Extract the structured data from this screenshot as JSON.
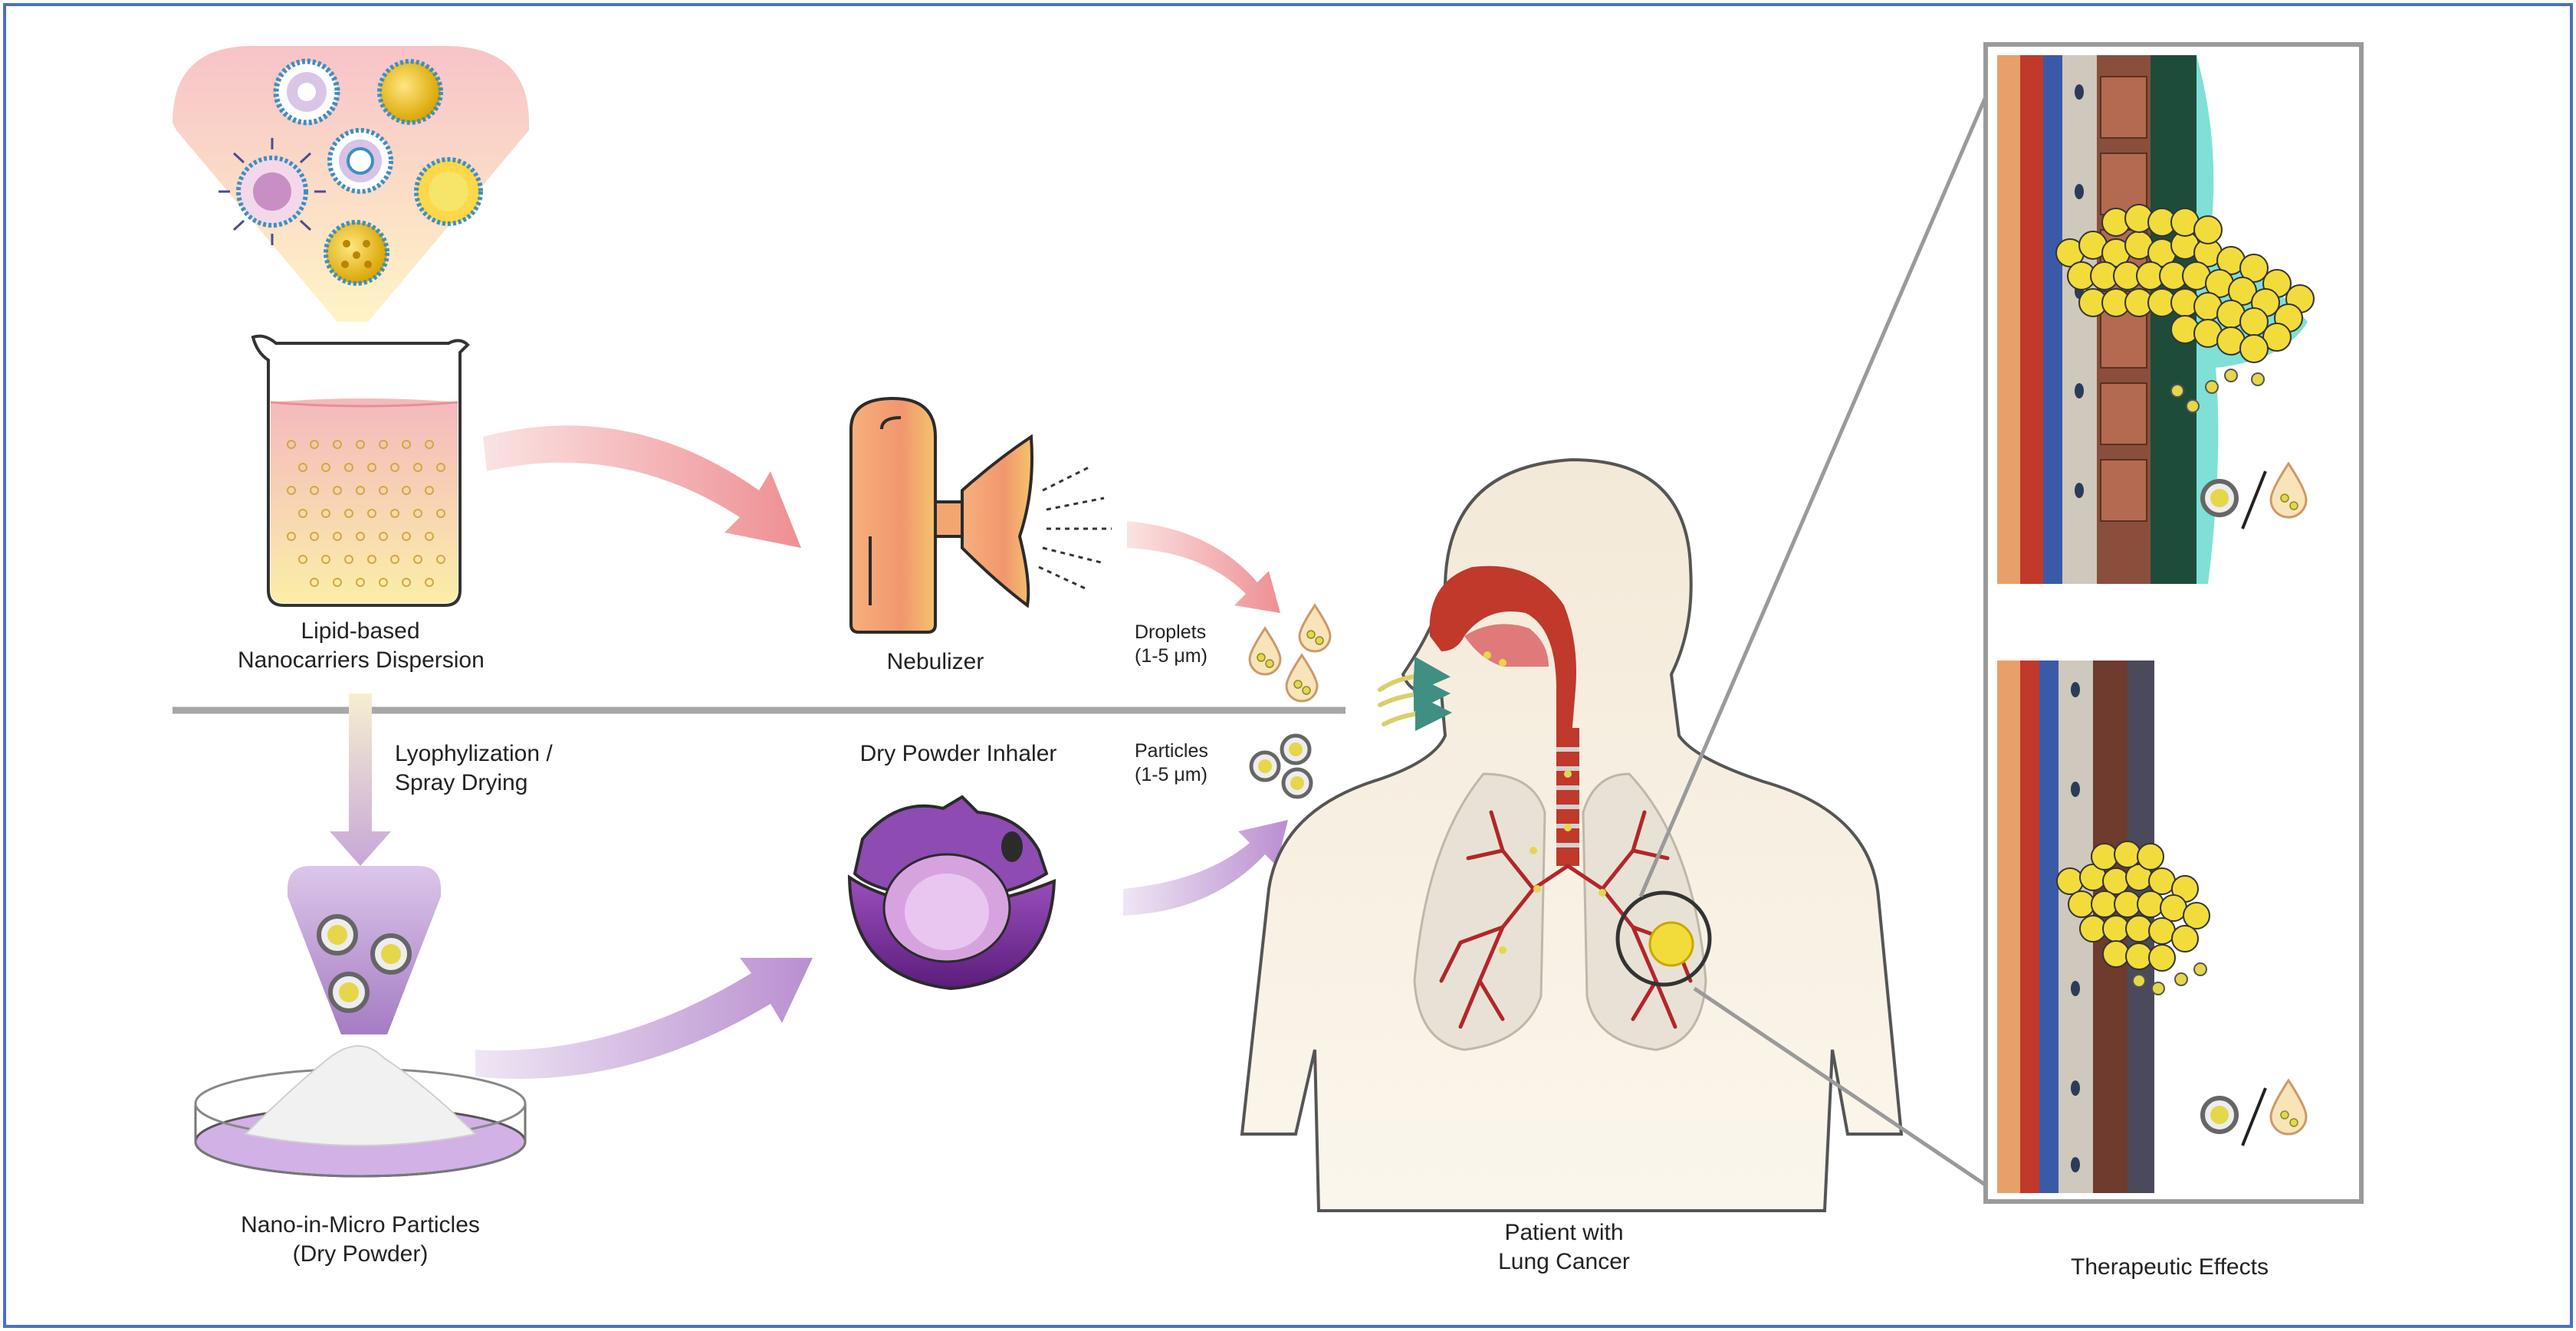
{
  "colors": {
    "frame": "#4a72c4",
    "divider": "#a6a6a6",
    "pink_arrow": "#f2a3a3",
    "purple_arrow": "#c6a4d8",
    "droplet": "#f0c98a",
    "particle": "#8e8e8e",
    "tumor": "#f2dc3c",
    "artery": "#c0392b"
  },
  "labels": {
    "dispersion": [
      "Lipid-based",
      "Nanocarriers Dispersion"
    ],
    "nebulizer": "Nebulizer",
    "droplets": [
      "Droplets",
      "(1-5 μm)"
    ],
    "particles": [
      "Particles",
      "(1-5 μm)"
    ],
    "lyophilization": [
      "Lyophylization /",
      "Spray Drying"
    ],
    "dpi": "Dry Powder Inhaler",
    "powder": [
      "Nano-in-Micro Particles",
      "(Dry Powder)"
    ],
    "patient": [
      "Patient with",
      "Lung Cancer"
    ],
    "effects": "Therapeutic Effects"
  }
}
